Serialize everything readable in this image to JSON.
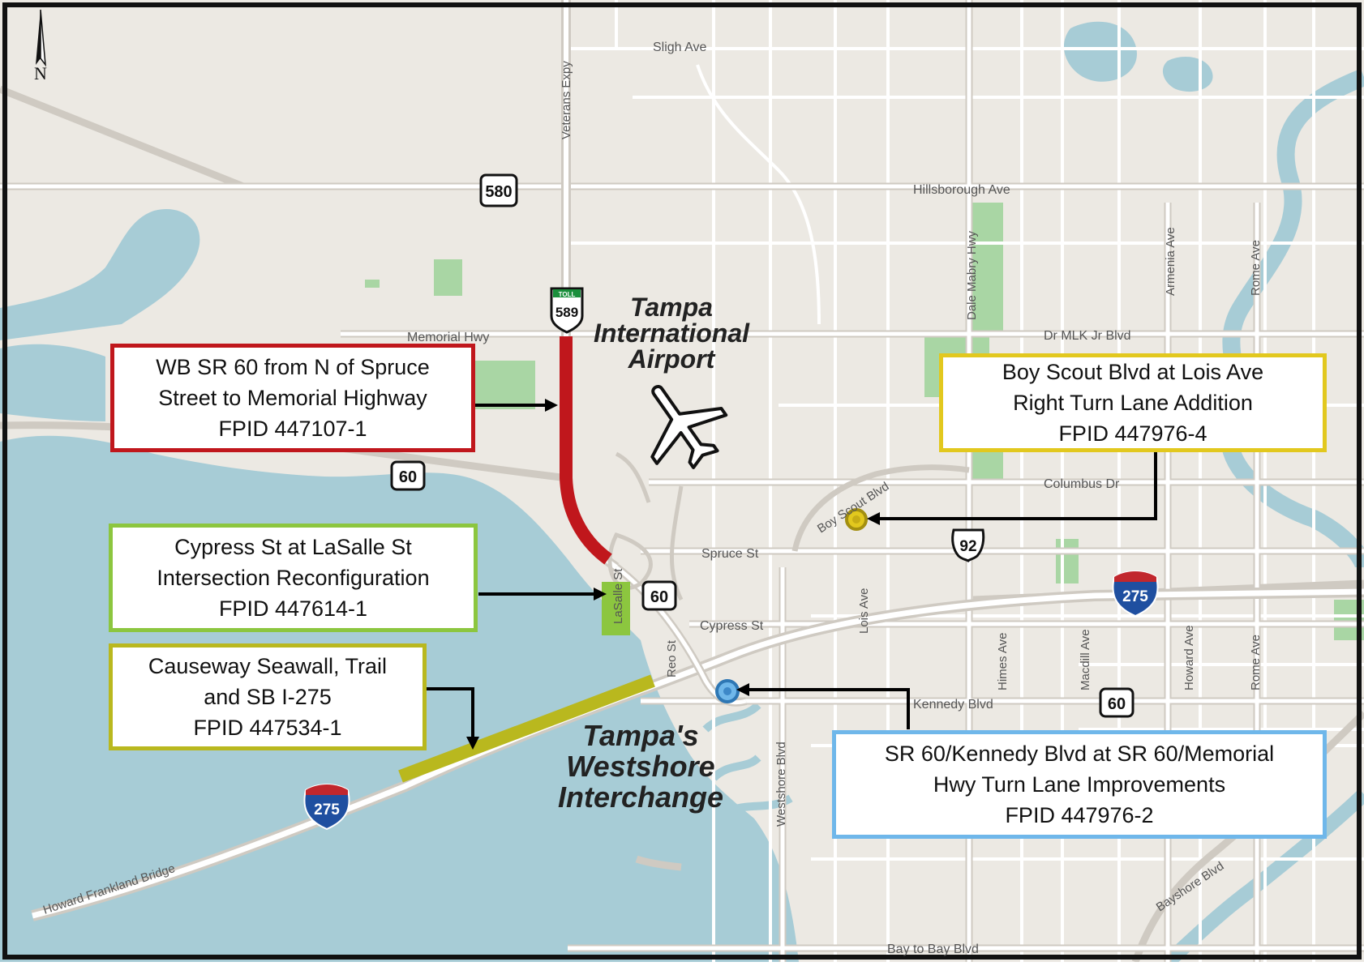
{
  "map": {
    "north_label": "N",
    "roads": {
      "sligh": "Sligh Ave",
      "hillsborough": "Hillsborough Ave",
      "memorial": "Memorial Hwy",
      "mlk": "Dr MLK Jr Blvd",
      "columbus": "Columbus Dr",
      "spruce": "Spruce St",
      "cypress": "Cypress St",
      "kennedy": "Kennedy Blvd",
      "bay_to_bay": "Bay to Bay Blvd",
      "veterans": "Veterans Expy",
      "dale_mabry": "Dale Mabry Hwy",
      "armenia": "Armenia Ave",
      "rome_north": "Rome Ave",
      "rome_south": "Rome Ave",
      "howard": "Howard Ave",
      "macdill": "Macdill Ave",
      "himes": "Himes Ave",
      "lois": "Lois Ave",
      "reo": "Reo St",
      "lasalle": "LaSalle St",
      "westshore": "Westshore Blvd",
      "boy_scout": "Boy Scout Blvd",
      "bayshore": "Bayshore Blvd",
      "howard_frankland": "Howard Frankland Bridge"
    },
    "places": {
      "airport_line1": "Tampa",
      "airport_line2": "International",
      "airport_line3": "Airport",
      "westshore_line1": "Tampa's",
      "westshore_line2": "Westshore",
      "westshore_line3": "Interchange"
    },
    "shields": {
      "sr580": "580",
      "toll589_top": "TOLL",
      "toll589": "589",
      "sr60_a": "60",
      "sr60_b": "60",
      "sr60_c": "60",
      "us92": "92",
      "i275_a": "275",
      "i275_b": "275"
    },
    "colors": {
      "water": "#a7ccd6",
      "land": "#ece9e3",
      "road": "#ffffff",
      "park": "#a9d6a4",
      "red_project": "#c0171c",
      "green_project": "#8cc63f",
      "yellow_project": "#b9b81e",
      "blue_project": "#6fb7ea",
      "gold_project": "#e2c81e"
    }
  },
  "callouts": {
    "red": {
      "line1": "WB SR 60 from N of Spruce",
      "line2": "Street to Memorial Highway",
      "line3": "FPID 447107-1"
    },
    "green": {
      "line1": "Cypress St at LaSalle St",
      "line2": "Intersection Reconfiguration",
      "line3": "FPID 447614-1"
    },
    "yellow": {
      "line1": "Causeway Seawall, Trail",
      "line2": "and SB I-275",
      "line3": "FPID 447534-1"
    },
    "gold": {
      "line1": "Boy Scout Blvd at Lois Ave",
      "line2": "Right Turn Lane Addition",
      "line3": "FPID 447976-4"
    },
    "blue": {
      "line1": "SR 60/Kennedy Blvd at SR 60/Memorial",
      "line2": "Hwy Turn Lane Improvements",
      "line3": "FPID 447976-2"
    }
  }
}
